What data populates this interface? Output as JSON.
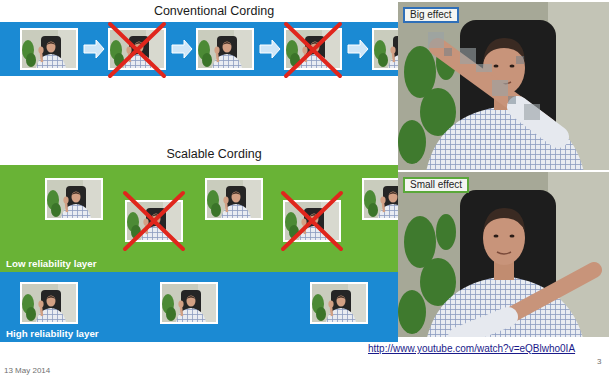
{
  "diagram": {
    "nodes": [
      {
        "text": [
          "Conventional Cording"
        ]
      },
      {
        "text": [
          "Scalable Cording",
          "Low reliability layer"
        ]
      },
      {
        "text": [
          "High reliability layer"
        ]
      },
      {
        "text": [
          "Big effect"
        ]
      },
      {
        "text": [
          "Small effect"
        ]
      }
    ],
    "labels": [
      "http://www.youtube.com/watch?v=eQBlwho0IA",
      "13 May 2014",
      "3"
    ]
  }
}
